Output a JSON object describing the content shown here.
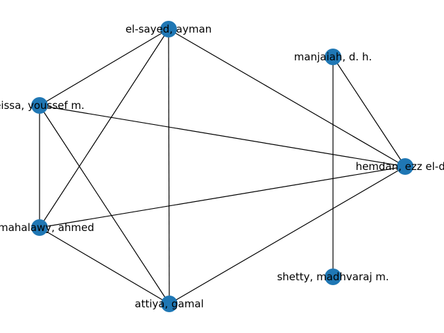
{
  "graph": {
    "node_color": "#1f77b4",
    "edge_color": "#000000",
    "nodes": [
      {
        "id": "el-sayed",
        "label": "el-sayed, ayman"
      },
      {
        "id": "manjaiah",
        "label": "manjaiah, d. h."
      },
      {
        "id": "eissa",
        "label": "eissa, youssef m."
      },
      {
        "id": "hemdan",
        "label": "hemdan, ezz el-din"
      },
      {
        "id": "el-mahalawy",
        "label": "el-mahalawy, ahmed"
      },
      {
        "id": "shetty",
        "label": "shetty, madhvaraj m."
      },
      {
        "id": "attiya",
        "label": "attiya, gamal"
      }
    ],
    "edges": [
      [
        "el-sayed",
        "eissa"
      ],
      [
        "el-sayed",
        "el-mahalawy"
      ],
      [
        "el-sayed",
        "attiya"
      ],
      [
        "el-sayed",
        "hemdan"
      ],
      [
        "manjaiah",
        "hemdan"
      ],
      [
        "manjaiah",
        "shetty"
      ],
      [
        "eissa",
        "hemdan"
      ],
      [
        "eissa",
        "el-mahalawy"
      ],
      [
        "eissa",
        "attiya"
      ],
      [
        "el-mahalawy",
        "hemdan"
      ],
      [
        "el-mahalawy",
        "attiya"
      ],
      [
        "attiya",
        "hemdan"
      ]
    ]
  }
}
